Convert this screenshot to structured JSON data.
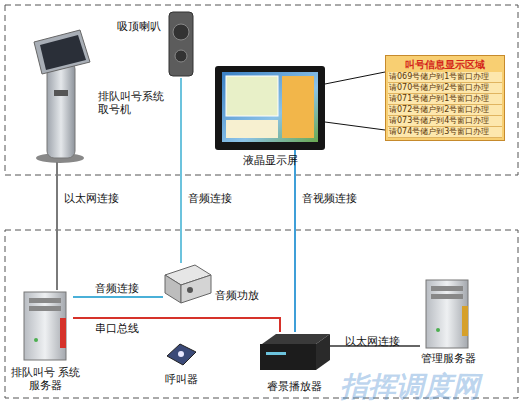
{
  "diagram": {
    "nodes": [
      {
        "text": [
          "排队叫号系统 取号机"
        ]
      },
      {
        "text": [
          "吸顶喇叭"
        ]
      },
      {
        "text": [
          "液晶显示屏"
        ]
      },
      {
        "text": [
          "叫号信息显示区域",
          "请069号储户到1号窗口办理",
          "请070号储户到2号窗口办理",
          "请071号储户到1号窗口办理",
          "请072号储户到2号窗口办理",
          "请073号储户到4号窗口办理",
          "请074号储户到3号窗口办理"
        ]
      },
      {
        "text": [
          "排队叫号 系统服务器"
        ]
      },
      {
        "text": [
          "音频功放"
        ]
      },
      {
        "text": [
          "呼叫器"
        ]
      },
      {
        "text": [
          "睿景播放器"
        ]
      },
      {
        "text": [
          "管理服务器"
        ]
      }
    ],
    "edges": [
      {
        "from": 0,
        "to": 4,
        "label": "以太网连接",
        "arrow": "none"
      },
      {
        "from": 1,
        "to": 5,
        "label": "音频连接",
        "arrow": "none"
      },
      {
        "from": 2,
        "to": 7,
        "label": "音视频连接",
        "arrow": "none"
      },
      {
        "from": 4,
        "to": 5,
        "label": "音频连接",
        "arrow": "none"
      },
      {
        "from": 4,
        "to": 7,
        "label": "串口总线",
        "arrow": "none"
      },
      {
        "from": 7,
        "to": 8,
        "label": "以太网连接",
        "arrow": "none"
      },
      {
        "from": 2,
        "to": 3,
        "arrow": "none"
      }
    ],
    "labels": [
      "指挥调度网"
    ]
  }
}
